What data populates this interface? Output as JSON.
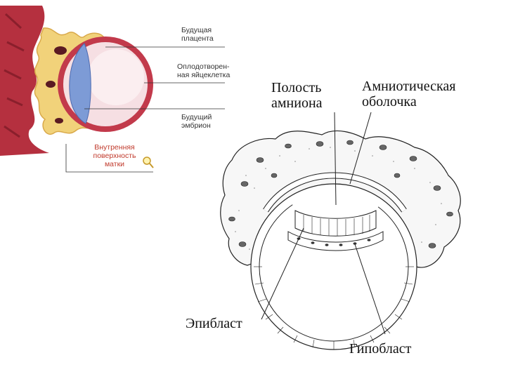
{
  "left_figure": {
    "labels": {
      "future_placenta": "Будущая\nплацента",
      "fertilized_egg": "Оплодотворен-\nная яйцеклетка",
      "future_embryo": "Будущий\nэмбрион",
      "uterus_inner_surface": "Внутренняя\nповерхность\nматки"
    },
    "icons": [
      "magnifier-icon"
    ],
    "colors": {
      "uterine_wall": "#b5303f",
      "trophoblast": "#f1d27a",
      "egg_rim": "#c23a4b",
      "embryo_mass": "#7d9bd6",
      "cavity": "#f6dfe3"
    }
  },
  "right_figure": {
    "labels": {
      "amnion_cavity": "Полость\nамниона",
      "amniotic_membrane": "Амниотическая\nоболочка",
      "epiblast": "Эпибласт",
      "hypoblast": "Гипобласт"
    }
  }
}
